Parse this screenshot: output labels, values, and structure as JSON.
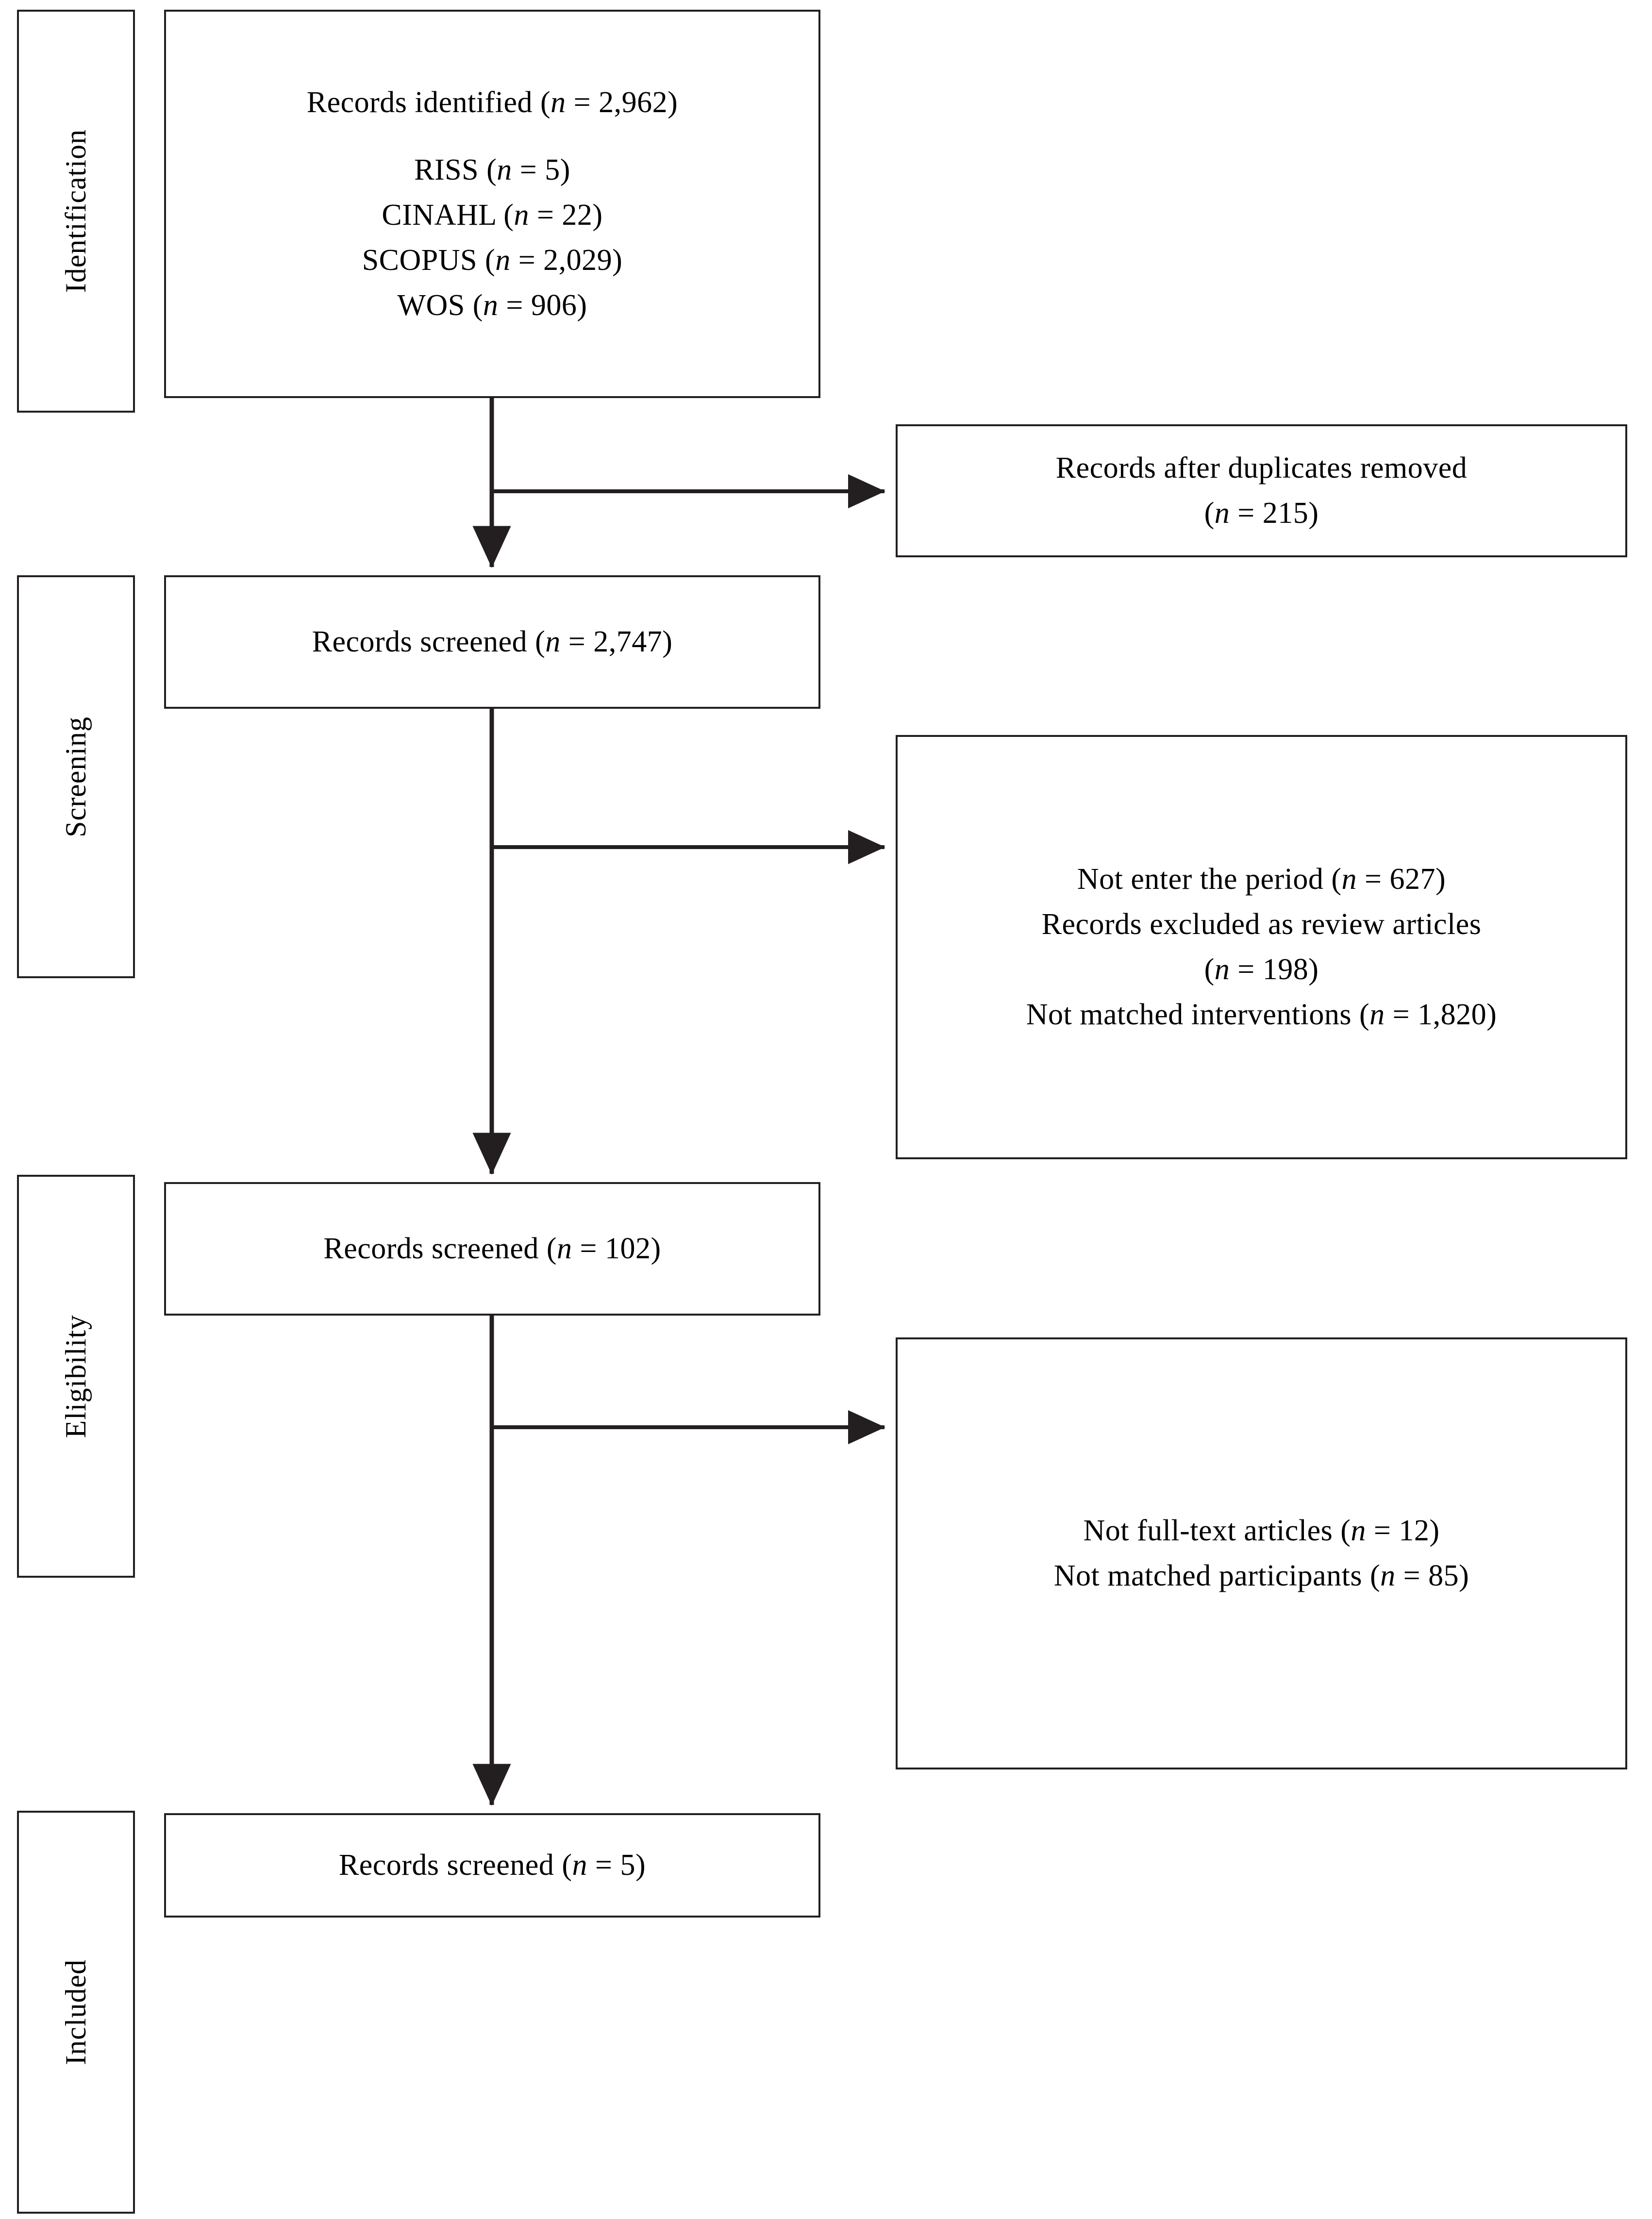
{
  "diagram": {
    "title": "PRISMA flow diagram",
    "line_color": "#231f20",
    "background": "#ffffff",
    "stages": [
      {
        "key": "identification",
        "label": "Identification"
      },
      {
        "key": "screening",
        "label": "Screening"
      },
      {
        "key": "eligibility",
        "label": "Eligibility"
      },
      {
        "key": "included",
        "label": "Included"
      }
    ],
    "boxes": [
      {
        "key": "records-identified",
        "lines": [
          {
            "text": "Records identified (",
            "n_italic": "n",
            "tail": " = 2,962)"
          }
        ],
        "plain_lines": [
          "Records identified (n = 2,962)",
          "",
          "RISS (n = 5)",
          "CINAHL (n = 22)",
          "SCOPUS (n = 2,029)",
          "WOS (n = 906)"
        ]
      },
      {
        "key": "duplicates-removed",
        "plain_lines": [
          "Records after duplicates removed",
          "(n = 215)"
        ]
      },
      {
        "key": "records-screened-2747",
        "plain_lines": [
          "Records screened (n = 2,747)"
        ]
      },
      {
        "key": "excluded-screening",
        "plain_lines": [
          "Not enter the period (n = 627)",
          "Records excluded as review articles",
          "(n = 198)",
          "Not matched interventions (n = 1,820)"
        ]
      },
      {
        "key": "records-screened-102",
        "plain_lines": [
          "Records screened (n = 102)"
        ]
      },
      {
        "key": "excluded-eligibility",
        "plain_lines": [
          "Not full-text articles (n = 12)",
          "Not matched participants (n = 85)"
        ]
      },
      {
        "key": "records-screened-5",
        "plain_lines": [
          "Records screened (n = 5)"
        ]
      }
    ],
    "counts": {
      "records_identified": "2,962",
      "riss": "5",
      "cinahl": "22",
      "scopus": "2,029",
      "wos": "906",
      "duplicates_removed": "215",
      "records_screened_stage1": "2,747",
      "not_enter_period": "627",
      "excluded_review_articles": "198",
      "not_matched_interventions": "1,820",
      "records_screened_stage2": "102",
      "not_full_text": "12",
      "not_matched_participants": "85",
      "records_included": "5"
    }
  },
  "text": {
    "stage_identification": "Identification",
    "stage_screening": "Screening",
    "stage_eligibility": "Eligibility",
    "stage_included": "Included",
    "b1_l1_a": "Records identified (",
    "b1_l1_n": "n",
    "b1_l1_b": " = 2,962)",
    "b1_l2_a": "RISS (",
    "b1_l2_n": "n",
    "b1_l2_b": " = 5)",
    "b1_l3_a": "CINAHL (",
    "b1_l3_n": "n",
    "b1_l3_b": " = 22)",
    "b1_l4_a": "SCOPUS (",
    "b1_l4_n": "n",
    "b1_l4_b": " = 2,029)",
    "b1_l5_a": "WOS (",
    "b1_l5_n": "n",
    "b1_l5_b": " = 906)",
    "b2_l1": "Records after duplicates removed",
    "b2_l2_a": "(",
    "b2_l2_n": "n",
    "b2_l2_b": " = 215)",
    "b3_l1_a": "Records screened (",
    "b3_l1_n": "n",
    "b3_l1_b": " = 2,747)",
    "b4_l1_a": "Not enter the period (",
    "b4_l1_n": "n",
    "b4_l1_b": " = 627)",
    "b4_l2": "Records excluded as review articles",
    "b4_l3_a": "(",
    "b4_l3_n": "n",
    "b4_l3_b": " = 198)",
    "b4_l4_a": "Not matched interventions (",
    "b4_l4_n": "n",
    "b4_l4_b": " = 1,820)",
    "b5_l1_a": "Records screened (",
    "b5_l1_n": "n",
    "b5_l1_b": " = 102)",
    "b6_l1_a": "Not full-text articles (",
    "b6_l1_n": "n",
    "b6_l1_b": " = 12)",
    "b6_l2_a": "Not matched participants (",
    "b6_l2_n": "n",
    "b6_l2_b": " = 85)",
    "b7_l1_a": "Records screened (",
    "b7_l1_n": "n",
    "b7_l1_b": " = 5)"
  }
}
